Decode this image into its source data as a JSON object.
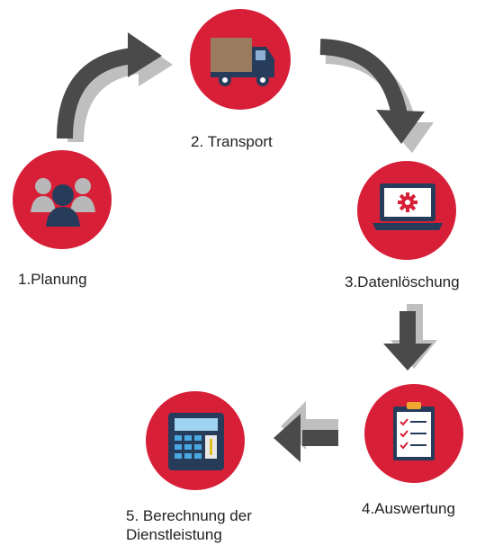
{
  "colors": {
    "circle": "#d71f38",
    "arrow_dark": "#4a4a4a",
    "arrow_light": "#bfbfbf",
    "icon_navy": "#273c5a"
  },
  "steps": [
    {
      "label": "1.Planung",
      "icon": "people-icon"
    },
    {
      "label": "2. Transport",
      "icon": "truck-icon"
    },
    {
      "label": "3.Datenlöschung",
      "icon": "laptop-gear-icon"
    },
    {
      "label": "4.Auswertung",
      "icon": "clipboard-checklist-icon"
    },
    {
      "label_line1": "5. Berechnung der",
      "label_line2": "Dienstleistung",
      "icon": "calculator-icon"
    }
  ]
}
